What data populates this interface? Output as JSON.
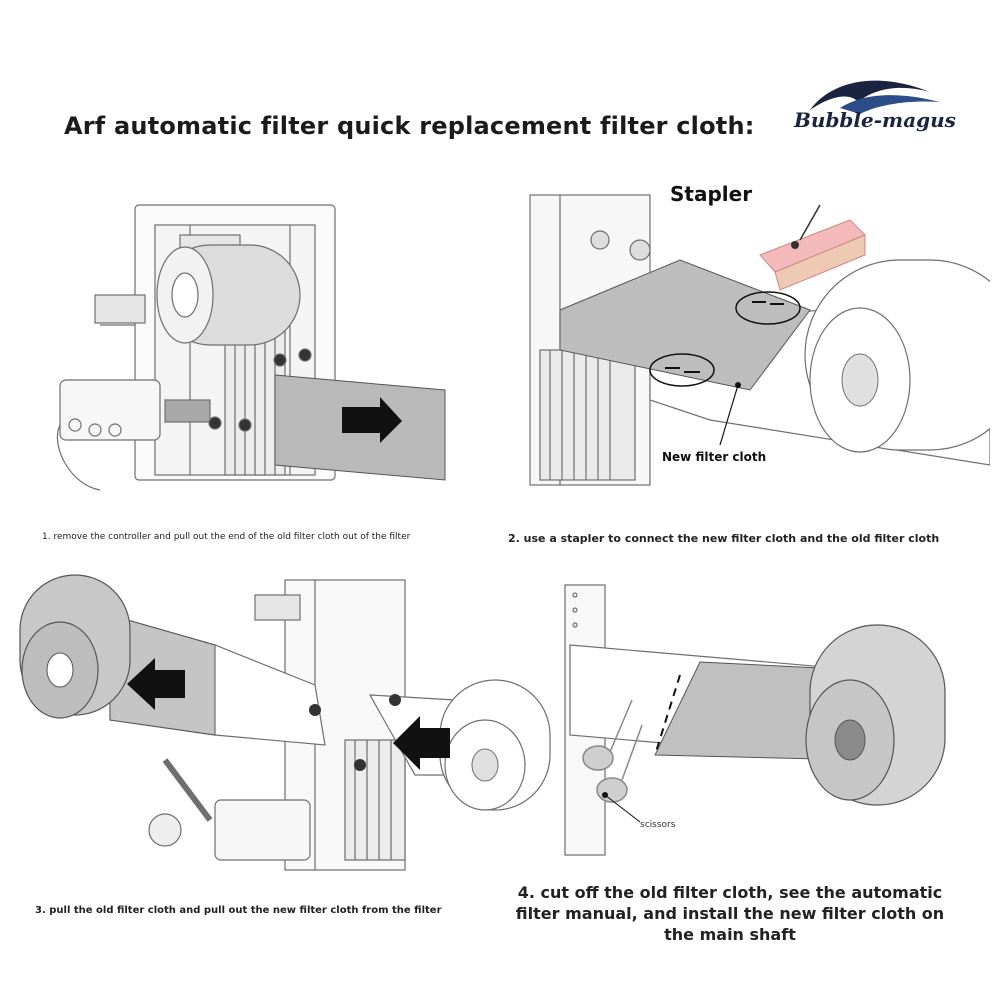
{
  "title": "Arf automatic filter quick replacement filter cloth:",
  "logo": {
    "text": "Bubble-magus"
  },
  "steps": [
    {
      "caption": "1. remove the controller and pull out the end of the old filter cloth out of the filter"
    },
    {
      "caption": "2. use a stapler to connect the new filter cloth and the old filter cloth",
      "labels": {
        "stapler": "Stapler",
        "new_cloth": "New filter cloth"
      }
    },
    {
      "caption": "3. pull the old filter cloth and pull out the new filter cloth from the filter"
    },
    {
      "caption": "4. cut off the old filter cloth, see the automatic filter manual, and install the new filter cloth on the main shaft",
      "labels": {
        "scissors": "scissors"
      }
    }
  ],
  "colors": {
    "line": "#6f6f6f",
    "cloth_gray": "#b9b9b9",
    "arrow": "#111111",
    "stapler": "#f4b9b9",
    "logo_navy": "#1a2340"
  }
}
